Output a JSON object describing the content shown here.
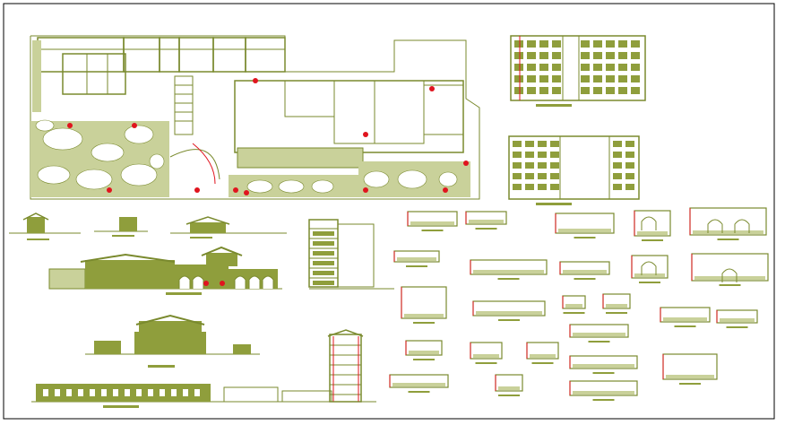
{
  "drawing": {
    "colors": {
      "line": "#7a8a2e",
      "fill": "#8f9e3c",
      "light": "#c9d19a",
      "accent": "#e0141e",
      "frame": "#000000",
      "paper": "#ffffff"
    },
    "sections": [
      "site-plan",
      "block-elevation-front",
      "block-elevation-side",
      "main-elevation",
      "secondary-elevation",
      "long-elevation",
      "tower-section",
      "detail-sections"
    ]
  }
}
